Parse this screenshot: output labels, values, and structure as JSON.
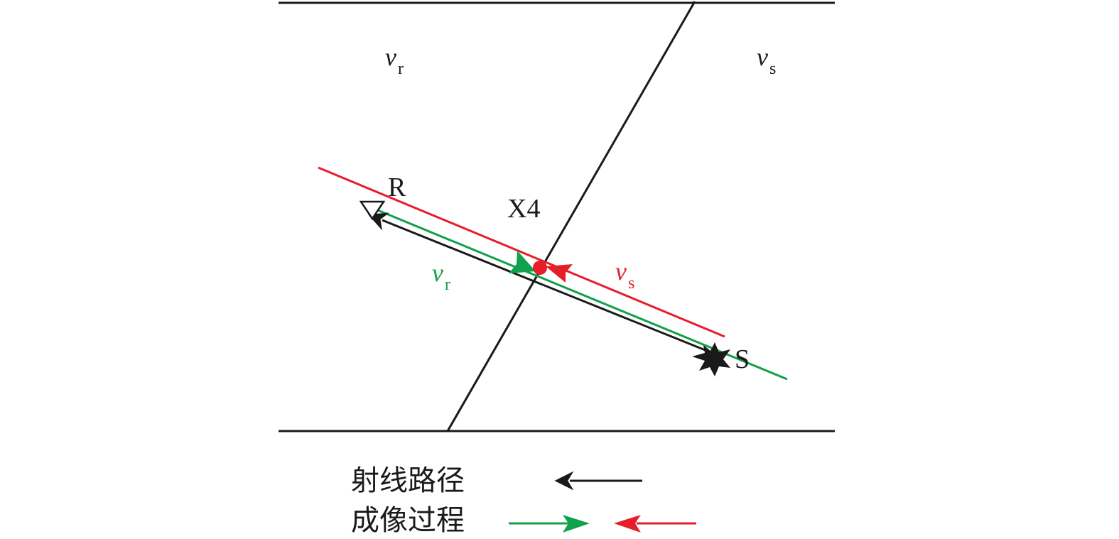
{
  "regions": {
    "left": {
      "symbol": "v",
      "subscript": "r"
    },
    "right": {
      "symbol": "v",
      "subscript": "s"
    }
  },
  "receiver": {
    "label": "R"
  },
  "source": {
    "label": "S"
  },
  "image_point": {
    "label": "X4"
  },
  "path_labels": {
    "green": {
      "symbol": "v",
      "subscript": "r"
    },
    "red": {
      "symbol": "v",
      "subscript": "s"
    }
  },
  "legend": {
    "ray_path": "射线路径",
    "imaging_process": "成像过程"
  },
  "colors": {
    "black": "#1a1a1a",
    "green": "#11a04b",
    "red": "#e51e2a"
  }
}
